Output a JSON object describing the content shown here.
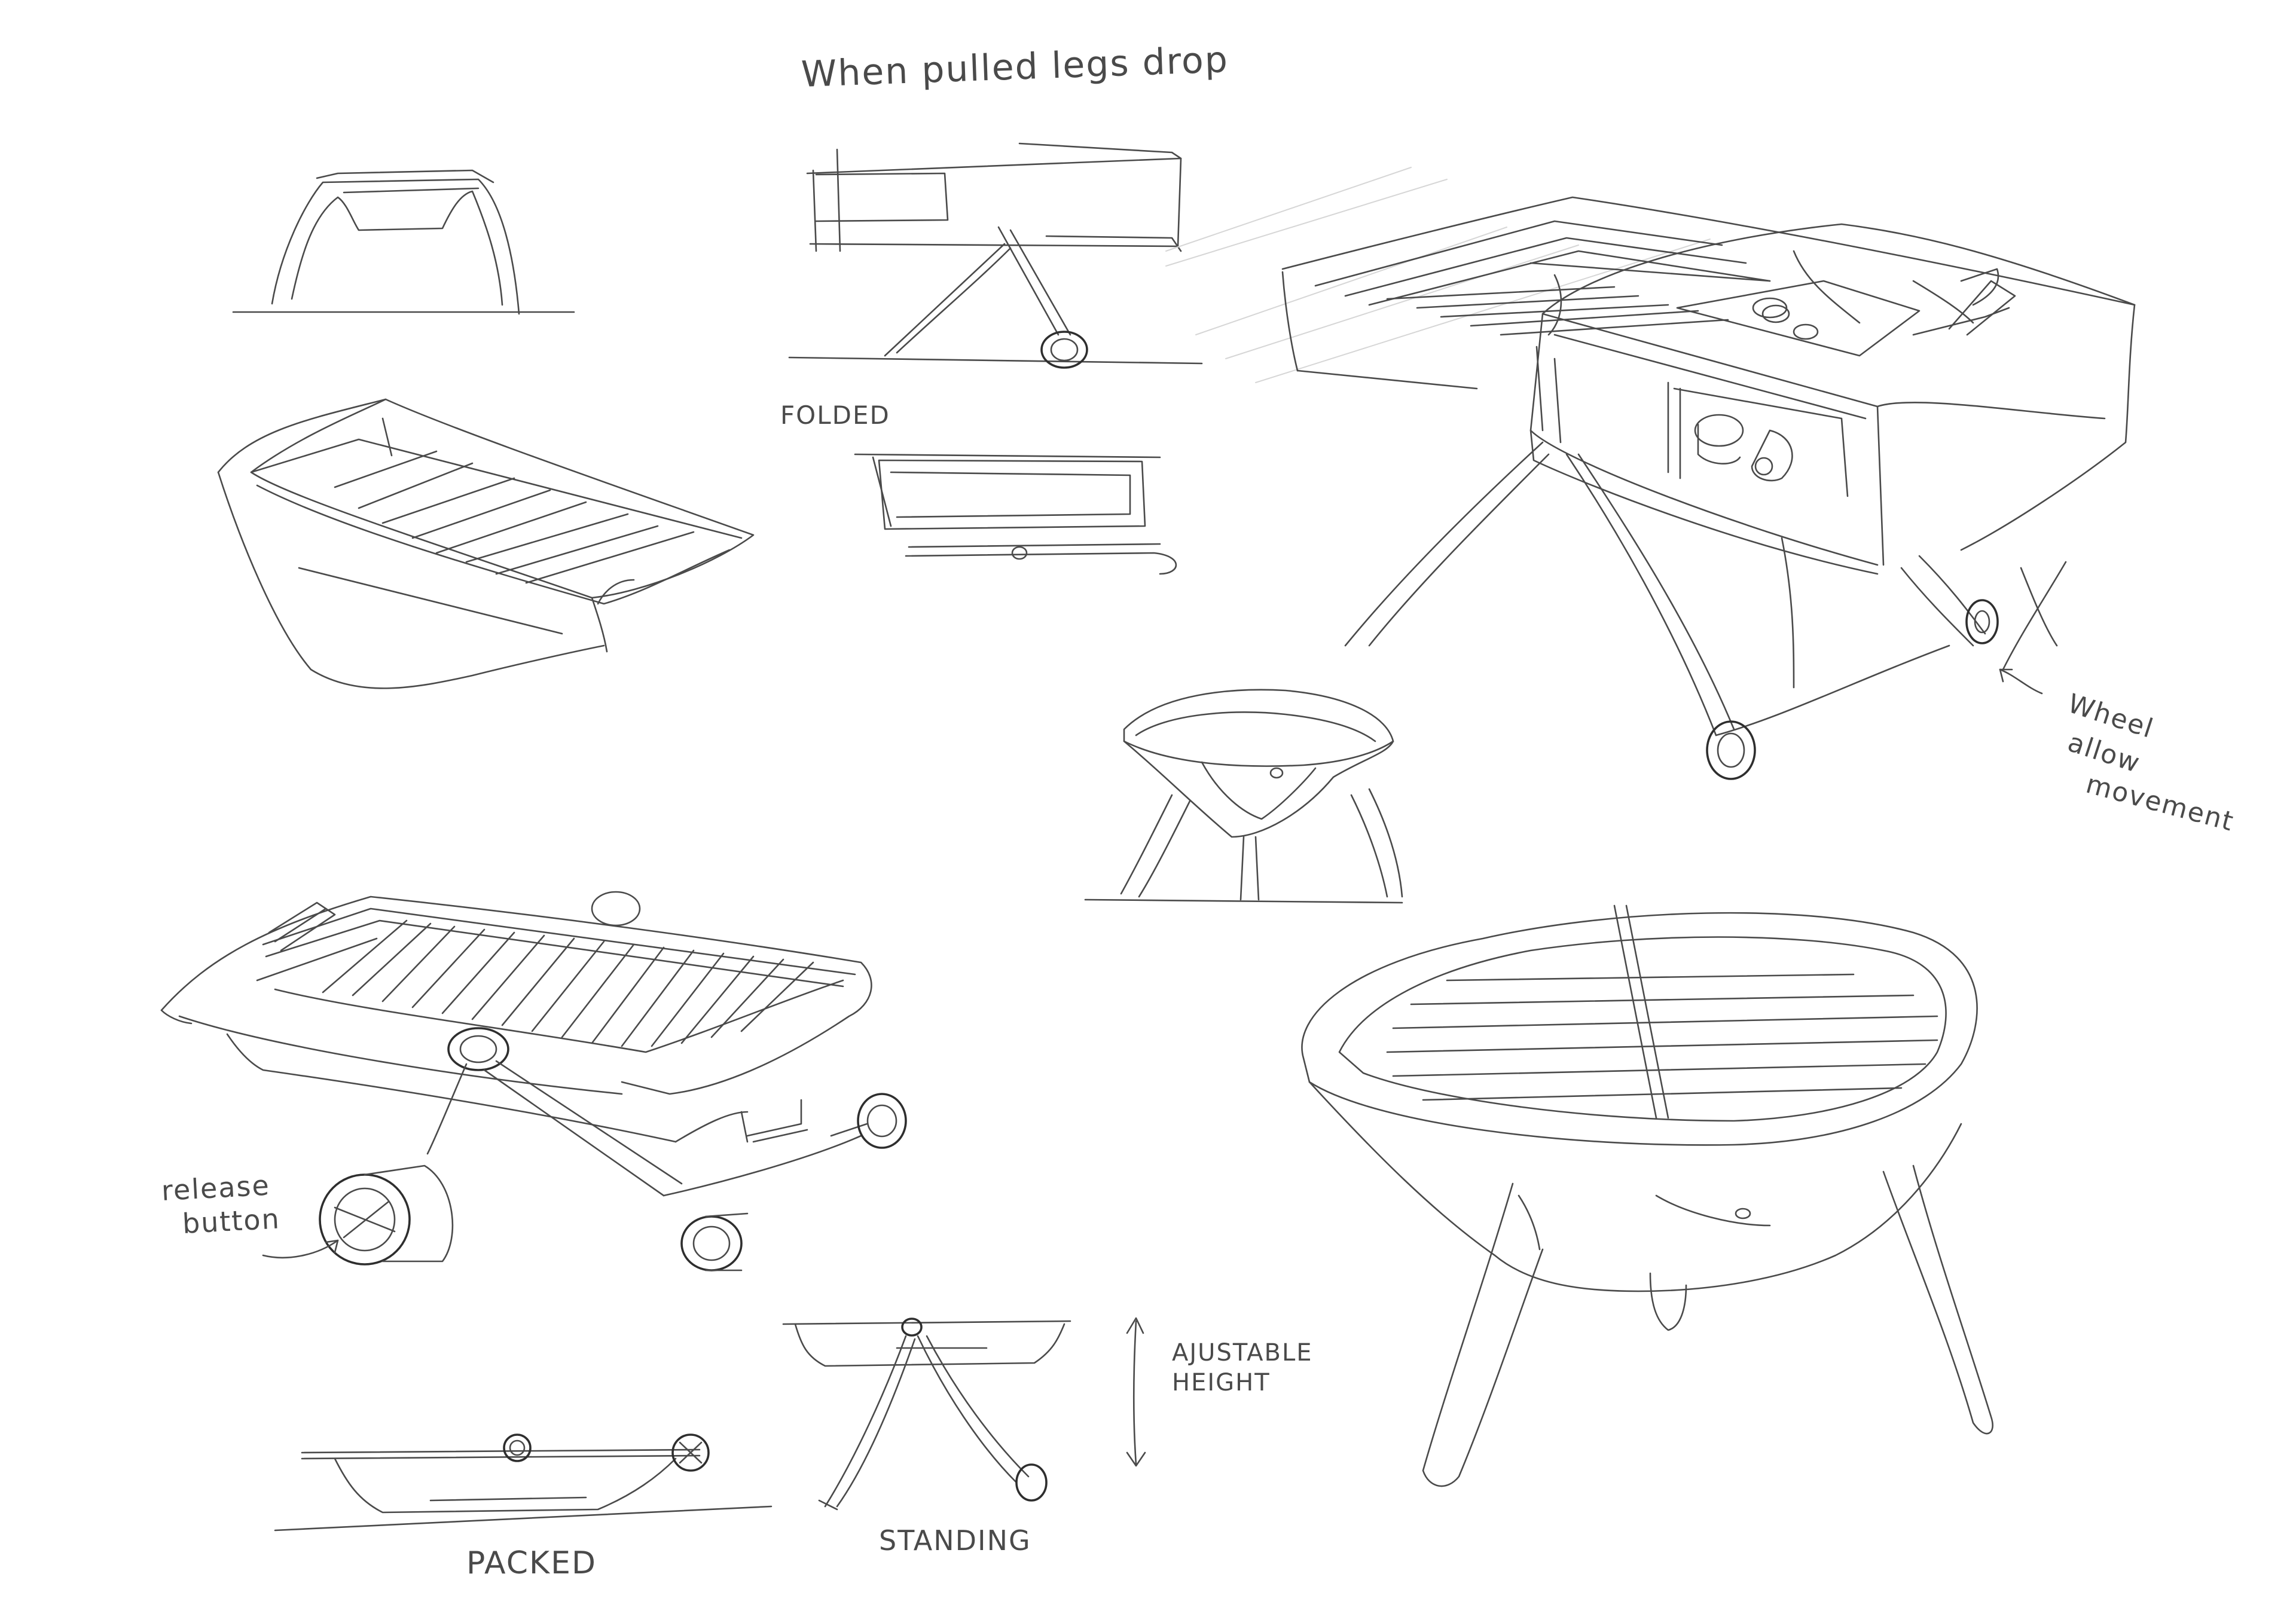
{
  "annotations": {
    "legs_note": "When pulled legs drop",
    "folded_label": "FOLDED",
    "wheel_note_line1": "Wheel",
    "wheel_note_line2": "allow",
    "wheel_note_line3": "movement",
    "release_line1": "release",
    "release_line2": "button",
    "height_line1": "AJUSTABLE",
    "height_line2": "HEIGHT",
    "packed_label": "PACKED",
    "standing_label": "STANDING"
  },
  "colors": {
    "paper": "#ffffff",
    "ink": "#4a4a4a",
    "construction_lines": "#d6d6d6"
  }
}
